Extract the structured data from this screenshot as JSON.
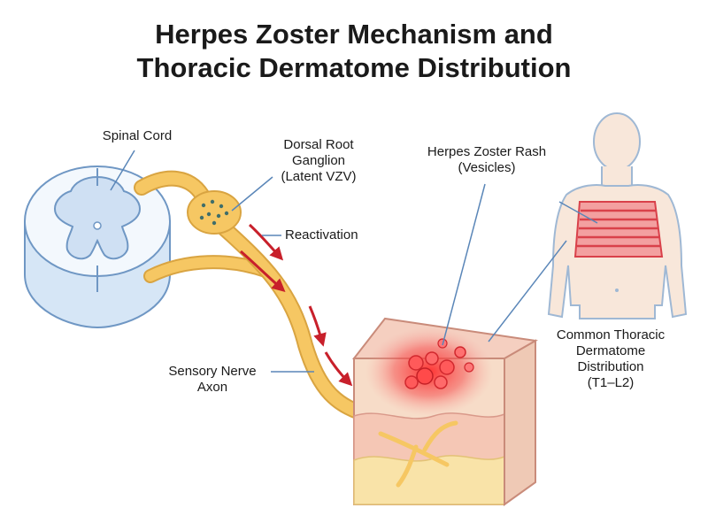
{
  "title": {
    "line1": "Herpes Zoster Mechanism and",
    "line2": "Thoracic Dermatome Distribution"
  },
  "labels": {
    "spinal_cord": "Spinal Cord",
    "drg_line1": "Dorsal Root",
    "drg_line2": "Ganglion",
    "drg_line3": "(Latent VZV)",
    "reactivation": "Reactivation",
    "rash_line1": "Herpes Zoster Rash",
    "rash_line2": "(Vesicles)",
    "axon_line1": "Sensory Nerve",
    "axon_line2": "Axon",
    "dermatome_line1": "Common Thoracic",
    "dermatome_line2": "Dermatome",
    "dermatome_line3": "Distribution",
    "dermatome_line4": "(T1–L2)"
  },
  "colors": {
    "nerve": "#f6c763",
    "nerve_outline": "#d9a441",
    "spinal_outline": "#6f97c4",
    "spinal_fill": "#eaf2fb",
    "arrow": "#c8202b",
    "rash": "#e8545a",
    "skin": "#f7dcc8",
    "body_outline": "#9fb8d4"
  }
}
